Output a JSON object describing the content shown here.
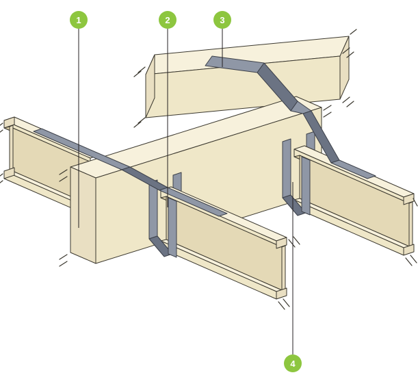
{
  "figure": {
    "alt": "Isometric construction detail: I-joists connected to a wood beam with metal strap ties and joist hangers",
    "callouts": [
      {
        "label": "1"
      },
      {
        "label": "2"
      },
      {
        "label": "3"
      },
      {
        "label": "4"
      }
    ]
  },
  "colors": {
    "background": "#ffffff",
    "callout_green": "#8dc63f",
    "wood_top": "#f7f1dc",
    "wood_side": "#efe7c8",
    "wood_end": "#e9dfc2",
    "wood_web": "#e4d9b6",
    "wood_shadow": "#d9cda6",
    "metal": "#8f97a6",
    "metal_dark": "#6b7383",
    "metal_outline": "#3c4049",
    "outline": "#3a372e",
    "leader": "#231f20"
  }
}
